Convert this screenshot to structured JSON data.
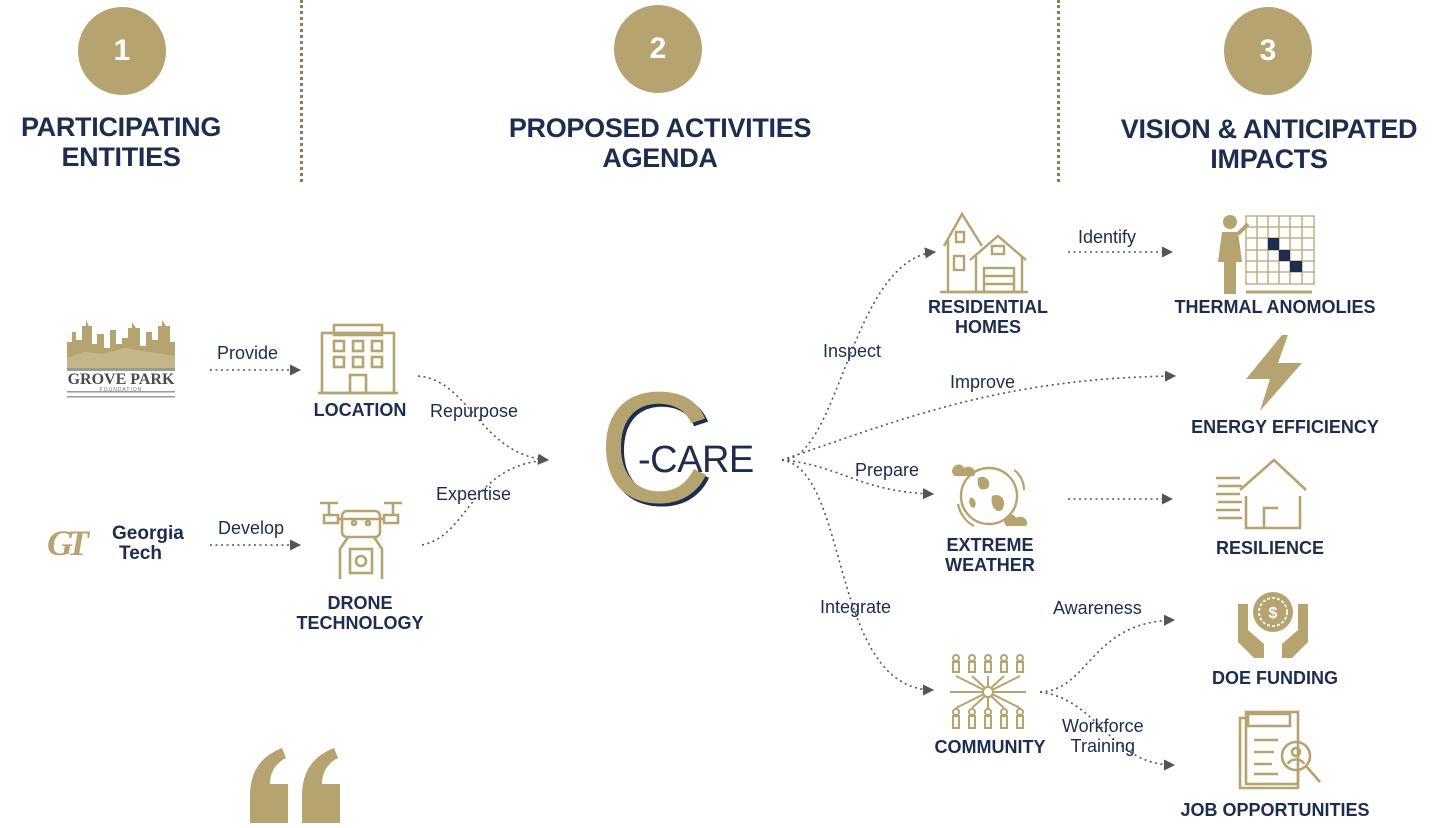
{
  "columns": [
    {
      "number": "1",
      "title_line1": "PARTICIPATING",
      "title_line2": "ENTITIES"
    },
    {
      "number": "2",
      "title_line1": "PROPOSED ACTIVITIES",
      "title_line2": "AGENDA"
    },
    {
      "number": "3",
      "title_line1": "VISION & ANTICIPATED",
      "title_line2": "IMPACTS"
    }
  ],
  "entities": {
    "grove_park": {
      "name": "GROVE PARK",
      "sub": "FOUNDATION"
    },
    "georgia_tech": {
      "mark": "GT",
      "name_line1": "Georgia",
      "name_line2": "Tech"
    }
  },
  "resources": {
    "location": "LOCATION",
    "drone_line1": "DRONE",
    "drone_line2": "TECHNOLOGY"
  },
  "center": {
    "big_letter": "C",
    "rest": "-CARE"
  },
  "activities": {
    "residential_line1": "RESIDENTIAL",
    "residential_line2": "HOMES",
    "weather_line1": "EXTREME",
    "weather_line2": "WEATHER",
    "community": "COMMUNITY"
  },
  "impacts": {
    "thermal": "THERMAL ANOMOLIES",
    "energy": "ENERGY EFFICIENCY",
    "resilience": "RESILIENCE",
    "doe": "DOE FUNDING",
    "jobs": "JOB OPPORTUNITIES"
  },
  "edges": {
    "provide": "Provide",
    "develop": "Develop",
    "repurpose": "Repurpose",
    "expertise": "Expertise",
    "inspect": "Inspect",
    "improve": "Improve",
    "prepare": "Prepare",
    "integrate": "Integrate",
    "identify": "Identify",
    "awareness": "Awareness",
    "workforce_line1": "Workforce",
    "workforce_line2": "Training"
  },
  "colors": {
    "gold": "#b5a46f",
    "navy": "#1d2d4f",
    "arrow": "#555555"
  }
}
